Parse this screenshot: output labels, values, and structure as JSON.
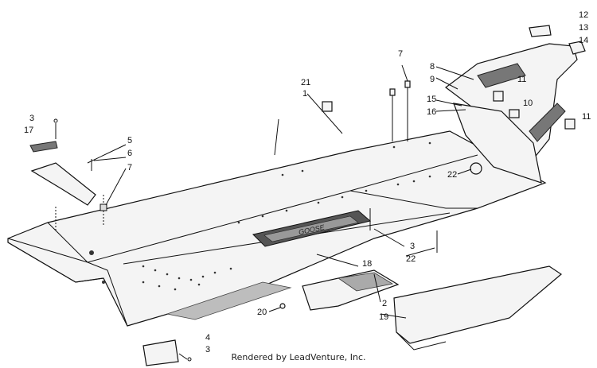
{
  "diagram": {
    "labels": {
      "l1": "1",
      "l2": "2",
      "l3a": "3",
      "l3b": "3",
      "l3c": "3",
      "l4": "4",
      "l5": "5",
      "l6": "6",
      "l7a": "7",
      "l7b": "7",
      "l8": "8",
      "l9": "9",
      "l10": "10",
      "l11a": "11",
      "l11b": "11",
      "l12": "12",
      "l13": "13",
      "l14": "14",
      "l15": "15",
      "l16": "16",
      "l17": "17",
      "l18": "18",
      "l19": "19",
      "l20": "20",
      "l21": "21",
      "l22a": "22",
      "l22b": "22"
    },
    "badge_text": "GOOSE"
  },
  "footer": {
    "text": "Rendered by LeadVenture, Inc."
  }
}
